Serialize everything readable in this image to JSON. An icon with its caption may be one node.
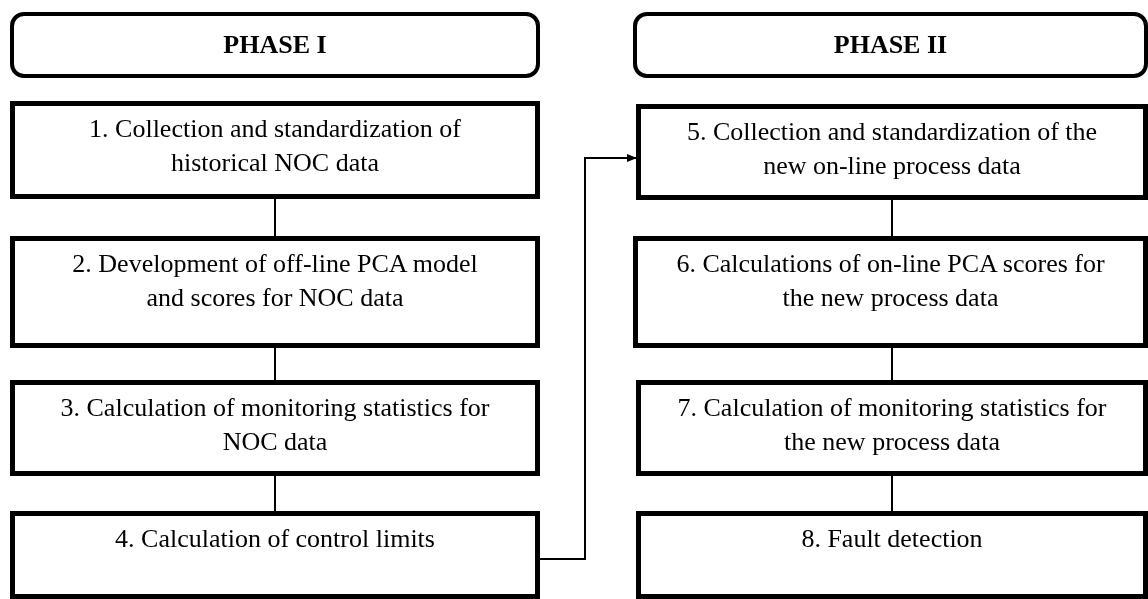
{
  "diagram": {
    "nodes": [
      {
        "text": [
          "PHASE I"
        ]
      },
      {
        "text": [
          "1. Collection and standardization of historical NOC data"
        ]
      },
      {
        "text": [
          "2. Development of off-line PCA model and scores for NOC data"
        ]
      },
      {
        "text": [
          "3. Calculation of monitoring statistics for NOC data"
        ]
      },
      {
        "text": [
          "4. Calculation of control limits"
        ]
      },
      {
        "text": [
          "PHASE II"
        ]
      },
      {
        "text": [
          "5. Collection and standardization of the new on-line process data"
        ]
      },
      {
        "text": [
          "6. Calculations of on-line PCA scores for the new process data"
        ]
      },
      {
        "text": [
          "7. Calculation of monitoring statistics for the new process data"
        ]
      },
      {
        "text": [
          "8. Fault detection"
        ]
      }
    ],
    "edges": [
      {
        "from": 1,
        "to": 2,
        "arrow": "none"
      },
      {
        "from": 2,
        "to": 3,
        "arrow": "none"
      },
      {
        "from": 3,
        "to": 4,
        "arrow": "none"
      },
      {
        "from": 4,
        "to": 6,
        "arrow": "to"
      },
      {
        "from": 6,
        "to": 7,
        "arrow": "none"
      },
      {
        "from": 7,
        "to": 8,
        "arrow": "none"
      },
      {
        "from": 8,
        "to": 9,
        "arrow": "none"
      }
    ]
  }
}
